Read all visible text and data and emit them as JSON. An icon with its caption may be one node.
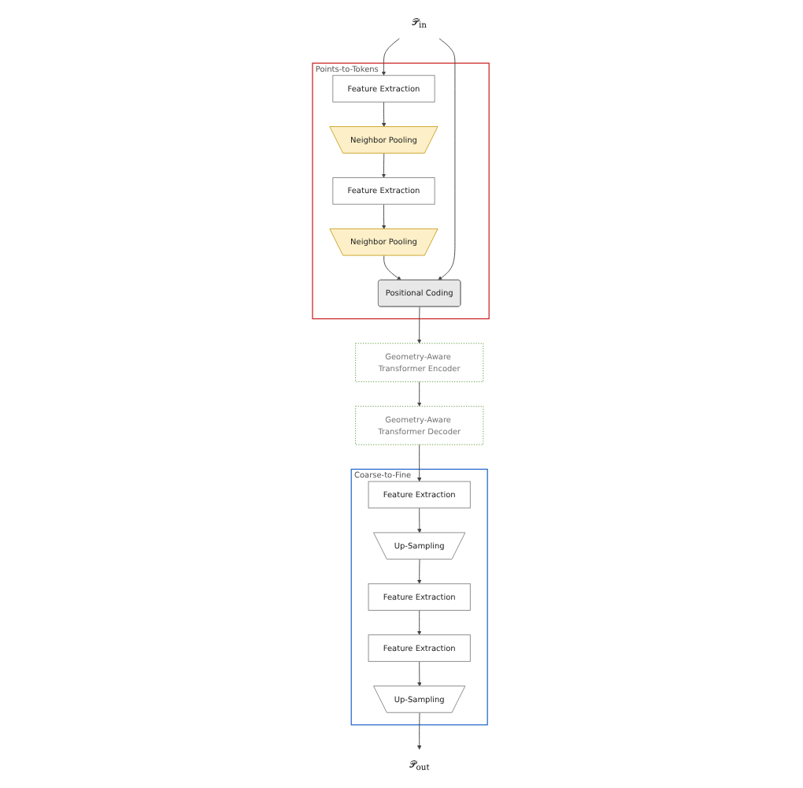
{
  "diagram": {
    "nodes": [
      {
        "text": [
          "𝒫$_{in}$"
        ]
      },
      {
        "text": [
          "Points-to-Tokens"
        ]
      },
      {
        "text": [
          "Feature Extraction"
        ],
        "in": 1
      },
      {
        "text": [
          "Neighbor Pooling"
        ],
        "in": 1
      },
      {
        "text": [
          "Feature Extraction"
        ],
        "in": 1
      },
      {
        "text": [
          "Neighbor Pooling"
        ],
        "in": 1
      },
      {
        "text": [
          "Positional Coding"
        ],
        "in": 1
      },
      {
        "text": [
          "𝒫$_{out}$"
        ]
      },
      {
        "text": [
          "Coarse-to-Fine"
        ]
      },
      {
        "text": [
          "Up-Sampling"
        ],
        "in": 8
      },
      {
        "text": [
          "Feature Extraction"
        ],
        "in": 8
      },
      {
        "text": [
          "Feature Extraction"
        ],
        "in": 8
      },
      {
        "text": [
          "Up-Sampling"
        ],
        "in": 8
      },
      {
        "text": [
          "Feature Extraction"
        ],
        "in": 8
      },
      {
        "text": [
          "Geometry-Aware Transformer Encoder"
        ]
      },
      {
        "text": [
          "Geometry-Aware Transformer Decoder"
        ]
      }
    ],
    "edges": [
      {
        "from": 0,
        "to": 2,
        "arrow": "to"
      },
      {
        "from": 2,
        "to": 3,
        "arrow": "to"
      },
      {
        "from": 3,
        "to": 4,
        "arrow": "to"
      },
      {
        "from": 4,
        "to": 5,
        "arrow": "to"
      },
      {
        "from": 5,
        "to": 6,
        "arrow": "to"
      },
      {
        "from": 0,
        "to": 6,
        "arrow": "to"
      },
      {
        "from": 6,
        "to": 14,
        "arrow": "to"
      },
      {
        "from": 14,
        "to": 15,
        "arrow": "to"
      },
      {
        "from": 15,
        "to": 13,
        "arrow": "to"
      },
      {
        "from": 13,
        "to": 12,
        "arrow": "to"
      },
      {
        "from": 12,
        "to": 11,
        "arrow": "to"
      },
      {
        "from": 11,
        "to": 10,
        "arrow": "to"
      },
      {
        "from": 10,
        "to": 9,
        "arrow": "to"
      },
      {
        "from": 9,
        "to": 7,
        "arrow": "to"
      }
    ]
  }
}
